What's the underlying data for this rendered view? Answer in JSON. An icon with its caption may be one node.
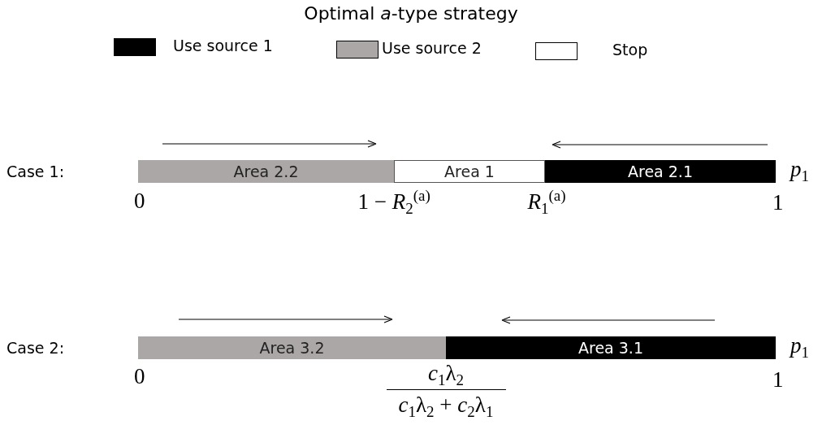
{
  "diagram": {
    "title": "Optimal *a*-type strategy",
    "nodes": [
      {
        "text": [
          "Area 2.2"
        ]
      },
      {
        "text": [
          "Area 1"
        ]
      },
      {
        "text": [
          "Area 2.1"
        ]
      },
      {
        "text": [
          "Area 3.2"
        ]
      },
      {
        "text": [
          "Area 3.1"
        ]
      }
    ],
    "labels": [
      "Case 1:",
      "0",
      "1 − *R*$_{2}$$^{(a)}$",
      "*R*$_{1}$$^{(a)}$",
      "1",
      "*p*$_{1}$",
      "Case 2:",
      "0",
      "*c*$_{1}$λ$_{2}$",
      "*c*$_{1}$λ$_{2}$ + *c*$_{2}$λ$_{1}$",
      "1",
      "*p*$_{1}$"
    ],
    "legend": [
      {
        "text": "Use source 1",
        "color": "#000000"
      },
      {
        "text": "Use source 2",
        "color": "#aba7a6"
      },
      {
        "text": "Stop",
        "color": "#ffffff"
      }
    ]
  }
}
